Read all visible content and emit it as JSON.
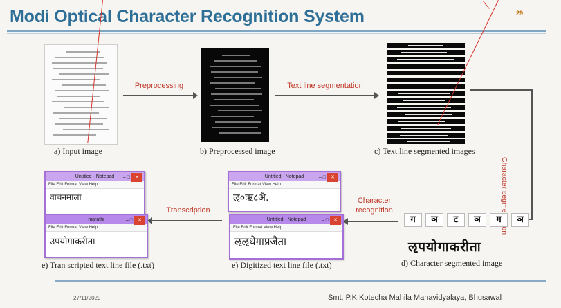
{
  "slide": {
    "title": "Modi Optical Character Recognition System",
    "slide_number": "29",
    "date": "27/11/2020",
    "institution": "Smt. P.K.Kotecha Mahila Mahavidyalaya, Bhusawal"
  },
  "steps": {
    "a": "a) Input image",
    "b": "b) Preprocessed  image",
    "c": "c) Text line segmented  images",
    "d": "d) Character segmented image",
    "e_digitized": "e) Digitized text line file (.txt)",
    "e_transcripted": "e) Tran scripted text line file (.txt)"
  },
  "arrows": {
    "preprocessing": "Preprocessing",
    "text_line_segmentation": "Text line segmentation",
    "character_segmentation": "Character segmentation",
    "character_recognition_line1": "Character",
    "character_recognition_line2": "recognition",
    "transcription": "Transcription"
  },
  "notepad_digitized": {
    "back_title": "Untitled - Notepad",
    "back_menu": "File  Edit  Format  View  Help",
    "back_text": "ऌ०ऋ८ऄ.",
    "front_title": "Untitled - Notepad",
    "front_menu": "File   Edit   Format   View   Help",
    "front_text": "ऌऌथेगाप्नजैता"
  },
  "notepad_transcripted": {
    "back_title": "Untitled - Notepad",
    "back_menu": "File  Edit  Format  View  Help",
    "back_text": "वाचनमाला",
    "front_title": "marathi",
    "front_menu": "File   Edit   Format   View   Help",
    "front_text": "उपयोगाकरीता"
  },
  "segmented": {
    "characters": [
      "ग",
      "ञ",
      "ट",
      "ञ",
      "ग",
      "ञ"
    ],
    "word": "ऌपयोगाकरीता"
  },
  "colors": {
    "title": "#2e6f97",
    "arrow_label": "#c0392b",
    "rule": "#7fa6c2",
    "notepad_border": "#a56fd8"
  }
}
